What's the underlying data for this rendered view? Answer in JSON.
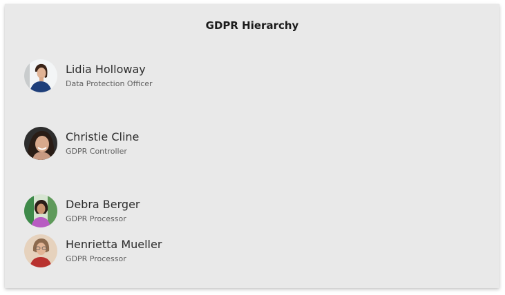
{
  "title": "GDPR Hierarchy",
  "people": [
    {
      "name": "Lidia Holloway",
      "role": "Data Protection Officer",
      "avatar": "lidia-holloway-avatar"
    },
    {
      "name": "Christie Cline",
      "role": "GDPR Controller",
      "avatar": "christie-cline-avatar"
    },
    {
      "name": "Debra Berger",
      "role": "GDPR Processor",
      "avatar": "debra-berger-avatar"
    },
    {
      "name": "Henrietta Mueller",
      "role": "GDPR Processor",
      "avatar": "henrietta-mueller-avatar"
    }
  ]
}
